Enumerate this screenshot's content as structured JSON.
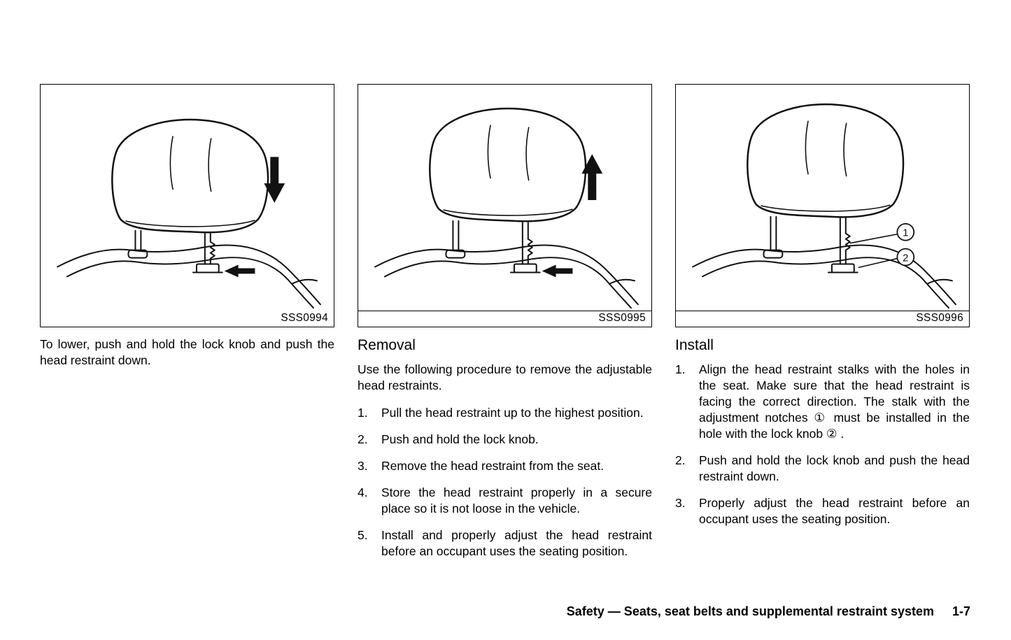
{
  "figures": [
    {
      "code": "SSS0994"
    },
    {
      "code": "SSS0995"
    },
    {
      "code": "SSS0996",
      "callouts": {
        "one": "1",
        "two": "2"
      }
    }
  ],
  "lower_section": {
    "caption": "To lower, push and hold the lock knob and push the head restraint down."
  },
  "removal_section": {
    "heading": "Removal",
    "intro": "Use the following procedure to remove the adjustable head restraints.",
    "steps": [
      {
        "num": "1.",
        "text": "Pull the head restraint up to the highest position."
      },
      {
        "num": "2.",
        "text": "Push and hold the lock knob."
      },
      {
        "num": "3.",
        "text": "Remove the head restraint from the seat."
      },
      {
        "num": "4.",
        "text": "Store the head restraint properly in a secure place so it is not loose in the vehicle."
      },
      {
        "num": "5.",
        "text": "Install and properly adjust the head restraint before an occupant uses the seating position."
      }
    ]
  },
  "install_section": {
    "heading": "Install",
    "steps": [
      {
        "num": "1.",
        "text": "Align the head restraint stalks with the holes in the seat. Make sure that the head restraint is facing the correct direction. The stalk with the adjustment notches ① must be installed in the hole with the lock knob ② ."
      },
      {
        "num": "2.",
        "text": "Push and hold the lock knob and push the head restraint down."
      },
      {
        "num": "3.",
        "text": "Properly adjust the head restraint before an occupant uses the seating position."
      }
    ]
  },
  "footer": {
    "title": "Safety — Seats, seat belts and supplemental restraint system",
    "page_number": "1-7"
  }
}
